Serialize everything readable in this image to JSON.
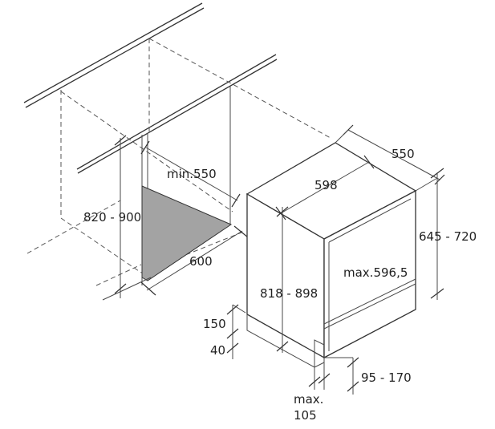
{
  "colors": {
    "line": "#333333",
    "niche_fill": "#a3a3a3",
    "background": "#ffffff"
  },
  "dimensions": {
    "niche_depth_min": "min.550",
    "niche_height": "820 - 900",
    "niche_width": "600",
    "appliance_width": "598",
    "appliance_depth": "550",
    "door_height_range": "645 - 720",
    "door_height_max": "max.596,5",
    "appliance_height": "818 - 898",
    "plinth_150": "150",
    "plinth_40": "40",
    "toe_95_170": "95 - 170",
    "max_label": "max.",
    "max_value": "105"
  }
}
